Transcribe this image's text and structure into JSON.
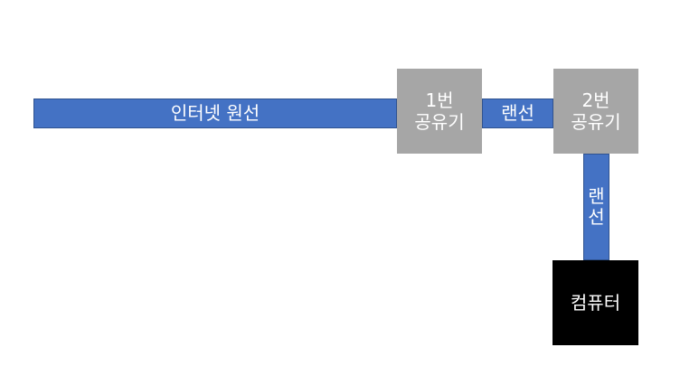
{
  "diagram": {
    "internet_line": {
      "label": "인터넷 원선"
    },
    "router1": {
      "line1": "1번",
      "line2": "공유기"
    },
    "lan_link_1": {
      "label": "랜선"
    },
    "router2": {
      "line1": "2번",
      "line2": "공유기"
    },
    "lan_link_2": {
      "char1": "랜",
      "char2": "선"
    },
    "computer": {
      "label": "컴퓨터"
    }
  },
  "colors": {
    "cable": "#4472c4",
    "router": "#a6a6a6",
    "computer": "#000000",
    "text": "#ffffff"
  }
}
